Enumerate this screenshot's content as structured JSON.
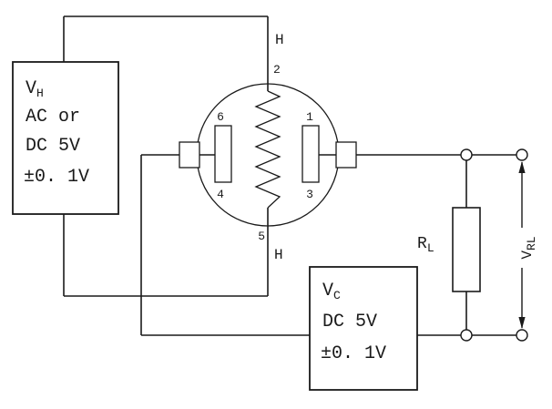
{
  "vh_box": {
    "symbol": "V",
    "symbol_sub": "H",
    "line2": "AC or",
    "line3": "DC 5V",
    "line4": "±0. 1V"
  },
  "vc_box": {
    "symbol": "V",
    "symbol_sub": "C",
    "line2": "DC 5V",
    "line3": "±0. 1V"
  },
  "sensor": {
    "heater_label_top": "H",
    "heater_label_bottom": "H",
    "pin_2": "2",
    "pin_5": "5",
    "pin_6": "6",
    "pin_1": "1",
    "pin_4": "4",
    "pin_3": "3"
  },
  "load_resistor": {
    "symbol": "R",
    "symbol_sub": "L"
  },
  "output_voltage": {
    "symbol": "V",
    "symbol_sub": "RL"
  },
  "colors": {
    "stroke": "#1a1a1a",
    "background": "#ffffff"
  }
}
